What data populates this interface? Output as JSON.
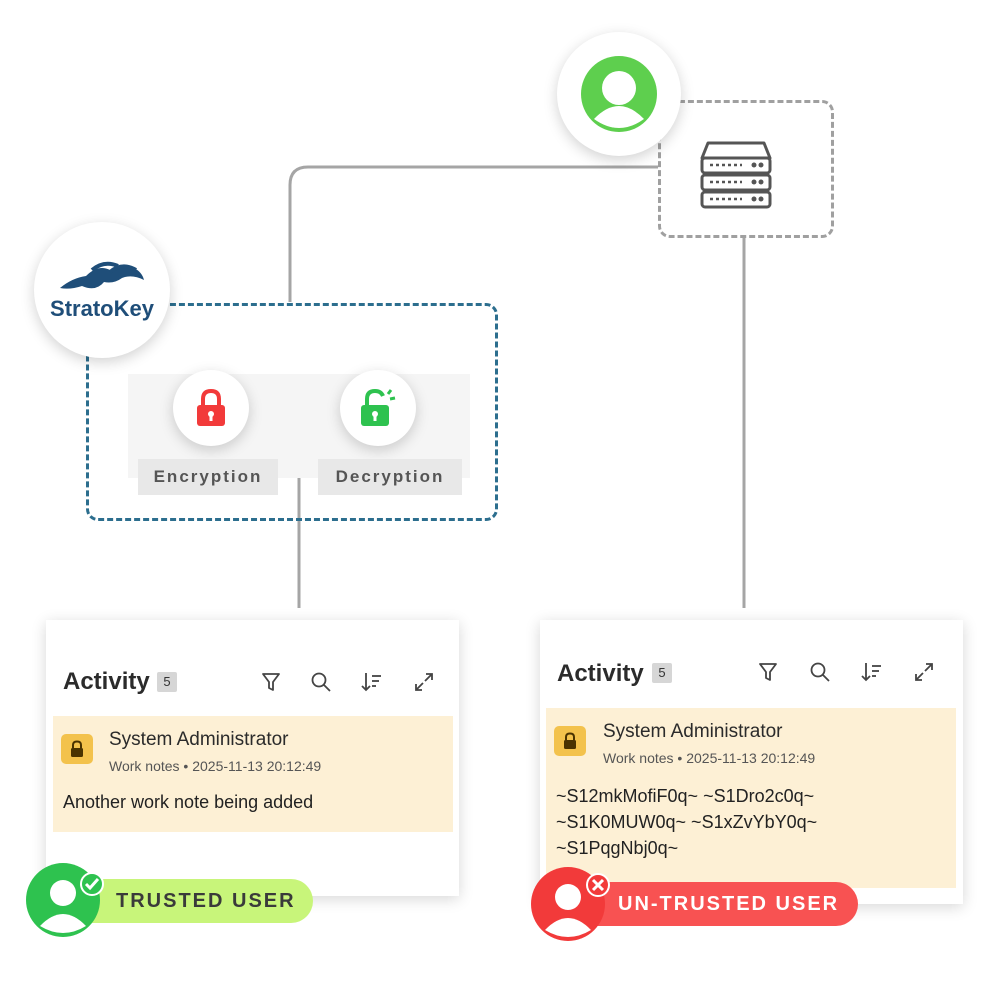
{
  "brand": {
    "logo_text": "StratoKey"
  },
  "process": {
    "encryption_label": "Encryption",
    "decryption_label": "Decryption"
  },
  "left_panel": {
    "title": "Activity",
    "count": "5",
    "note": {
      "author": "System Administrator",
      "meta": "Work notes • 2025-11-13 20:12:49",
      "text": "Another work note being added"
    },
    "user_label": "TRUSTED USER"
  },
  "right_panel": {
    "title": "Activity",
    "count": "5",
    "note": {
      "author": "System Administrator",
      "meta": "Work notes • 2025-11-13 20:12:49",
      "text_lines": [
        "~S12mkMofiF0q~ ~S1Dro2c0q~",
        "~S1K0MUW0q~ ~S1xZvYbY0q~",
        "~S1PqgNbj0q~"
      ]
    },
    "user_label": "UN-TRUSTED USER"
  },
  "icons": {
    "top_user": "user-icon",
    "server": "server-icon",
    "lock_closed": "lock-icon",
    "lock_open": "unlock-icon",
    "filter": "filter-icon",
    "search": "search-icon",
    "sort": "sort-icon",
    "expand": "expand-icon"
  },
  "colors": {
    "green": "#2ec24f",
    "red": "#f23a3a",
    "teal_dash": "#2c6e8e",
    "gray_dash": "#9a9a9a",
    "note_bg": "#fdf0d5",
    "trusted_pill": "#c8f57a",
    "untrusted_pill": "#f85252"
  }
}
